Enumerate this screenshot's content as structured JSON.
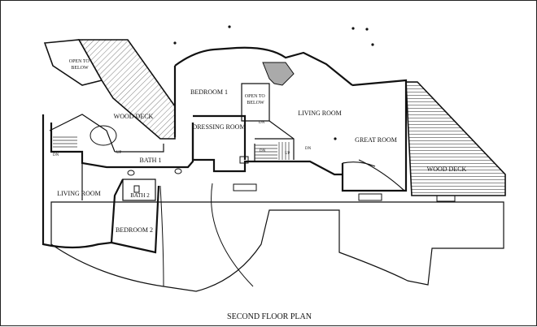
{
  "plan": {
    "title": "SECOND FLOOR PLAN",
    "rooms": {
      "open_to_below_1": [
        "OPEN TO",
        "BELOW"
      ],
      "wood_deck_1": "WOOD DECK",
      "bedroom_1": "BEDROOM 1",
      "open_to_below_2": [
        "OPEN TO",
        "BELOW"
      ],
      "living_room_main": "LIVING ROOM",
      "dressing_room": "DRESSING ROOM",
      "great_room": "GREAT ROOM",
      "wood_deck_2": "WOOD DECK",
      "bath_1": "BATH 1",
      "bath_2": "BATH 2",
      "living_room_left": "LIVING ROOM",
      "bedroom_2": "BEDROOM 2"
    },
    "stair_marks": {
      "dn_1": "DN",
      "up_1": "UP",
      "dn_2": "DN",
      "dn_3": "DN",
      "up_2": "UP",
      "dn_4": "DN"
    }
  }
}
